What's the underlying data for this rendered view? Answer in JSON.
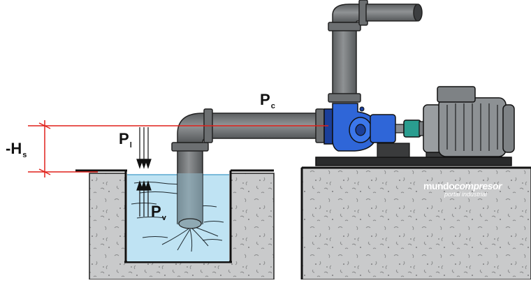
{
  "labels": {
    "hs": {
      "main": "-H",
      "sub": "s"
    },
    "pl": {
      "main": "P",
      "sub": "l"
    },
    "pv": {
      "main": "P",
      "sub": "v"
    },
    "pc": {
      "main": "P",
      "sub": "c"
    }
  },
  "watermark": {
    "brand_a": "mundo",
    "brand_b": "compresor",
    "tagline": "portal industrial"
  },
  "colors": {
    "pipe": "#7b7e80",
    "pipe_dark": "#4a4c4e",
    "pump": "#2f66d8",
    "pump_dark": "#1b3f9a",
    "motor": "#8d9194",
    "water": "#bfe3f3",
    "ground": "#c9cacb",
    "reference_line": "#e0201a"
  }
}
